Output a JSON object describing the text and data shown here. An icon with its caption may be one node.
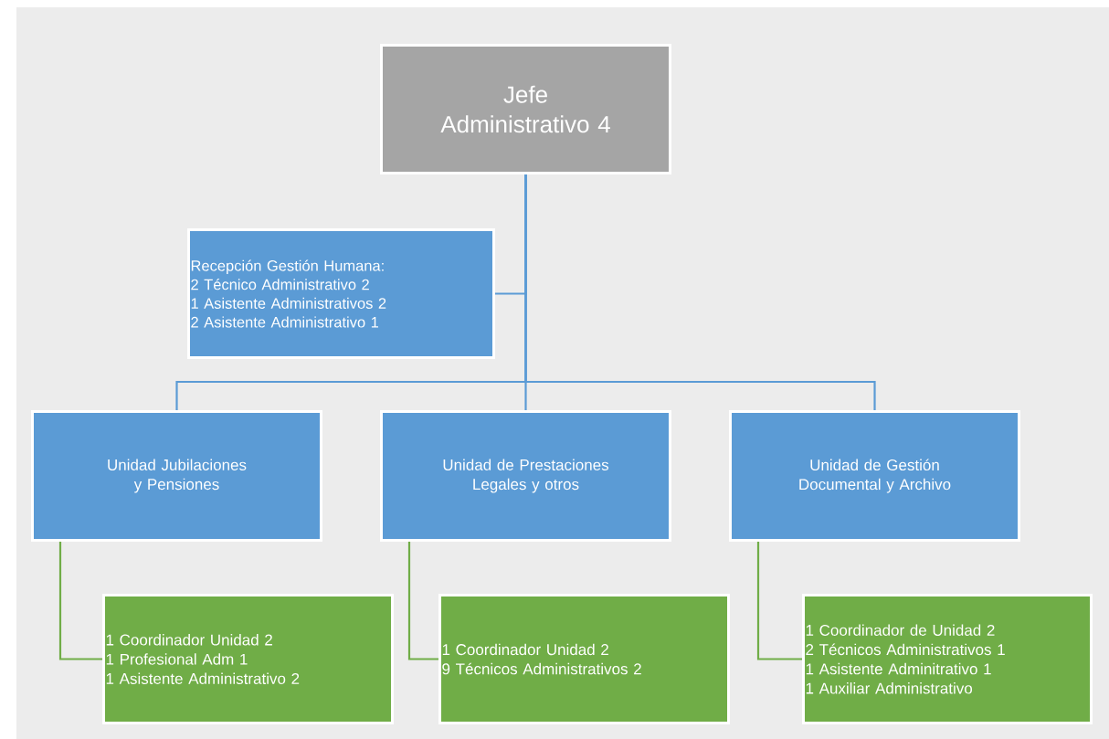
{
  "diagram": {
    "nodes": [
      {
        "text": [
          "Jefe Administrativo 4"
        ]
      },
      {
        "text": [
          "Recepción Gestión Humana:",
          "2 Técnico Administrativo 2",
          "1 Asistente Administrativos 2",
          "2 Asistente Administrativo 1"
        ]
      },
      {
        "text": [
          "Unidad Jubilaciones y Pensiones"
        ]
      },
      {
        "text": [
          "Unidad de Prestaciones Legales y otros"
        ]
      },
      {
        "text": [
          "Unidad de Gestión Documental y Archivo"
        ]
      },
      {
        "text": [
          "1 Coordinador Unidad 2",
          "1 Profesional Adm 1",
          "1 Asistente Administrativo 2"
        ]
      },
      {
        "text": [
          "1 Coordinador Unidad 2",
          "9 Técnicos Administrativos 2"
        ]
      },
      {
        "text": [
          "1 Coordinador de Unidad 2",
          "2 Técnicos Administrativos 1",
          "1 Asistente Adminitrativo 1",
          "1 Auxiliar Administrativo"
        ]
      }
    ],
    "edges": [
      {
        "from": 0,
        "to": 1,
        "arrow": "none"
      },
      {
        "from": 0,
        "to": 2,
        "arrow": "none"
      },
      {
        "from": 0,
        "to": 3,
        "arrow": "none"
      },
      {
        "from": 0,
        "to": 4,
        "arrow": "none"
      },
      {
        "from": 2,
        "to": 5,
        "arrow": "none",
        "color": "#70ad47"
      },
      {
        "from": 3,
        "to": 6,
        "arrow": "none",
        "color": "#70ad47"
      },
      {
        "from": 4,
        "to": 7,
        "arrow": "none",
        "color": "#70ad47"
      }
    ]
  }
}
